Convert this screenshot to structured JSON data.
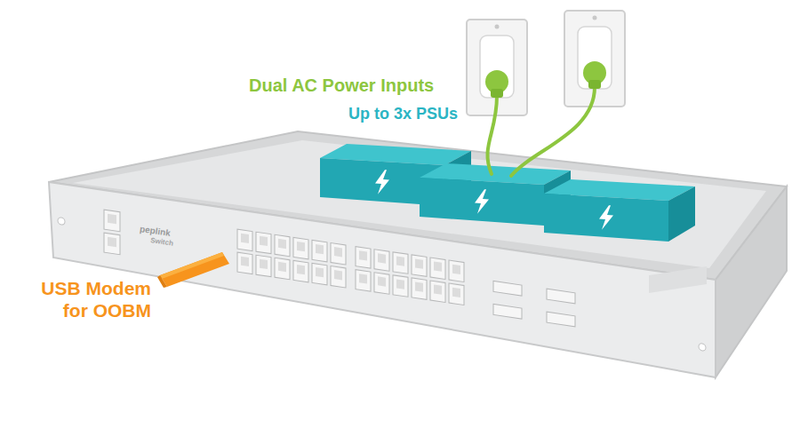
{
  "diagram": {
    "labels": [
      "Dual AC Power Inputs",
      "Up to 3x PSUs",
      "USB Modem for OOBM",
      "peplink",
      "Switch"
    ]
  }
}
